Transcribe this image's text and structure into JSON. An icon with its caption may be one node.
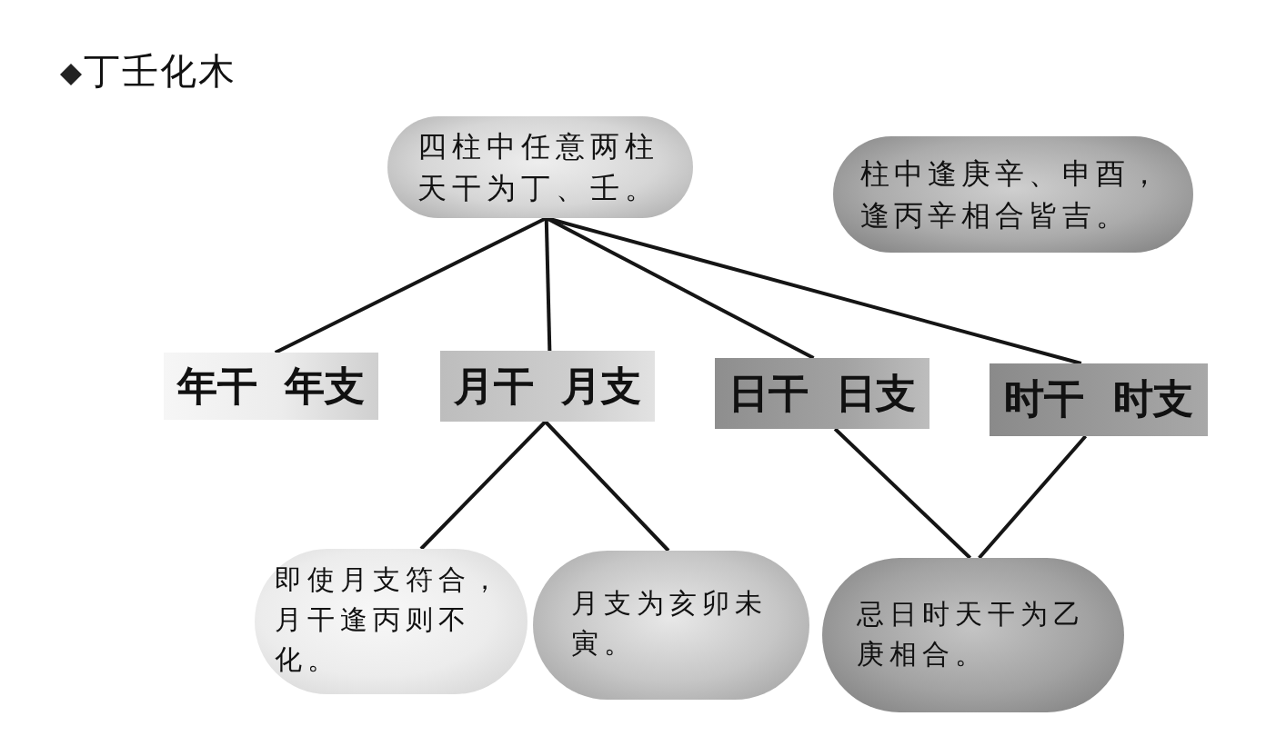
{
  "diagram": {
    "title": "丁壬化木",
    "nodes": [
      {
        "text": [
          "四柱中任意两柱天干为丁、壬。"
        ]
      },
      {
        "text": [
          "柱中逢庚辛、申酉，逢丙辛相合皆吉。"
        ]
      },
      {
        "text": [
          "年干",
          "年支"
        ]
      },
      {
        "text": [
          "月干",
          "月支"
        ]
      },
      {
        "text": [
          "日干",
          "日支"
        ]
      },
      {
        "text": [
          "时干",
          "时支"
        ]
      },
      {
        "text": [
          "即使月支符合，月干逢丙则不化。"
        ]
      },
      {
        "text": [
          "月支为亥卯未寅。"
        ]
      },
      {
        "text": [
          "忌日时天干为乙庚相合。"
        ]
      }
    ],
    "edges": [
      {
        "from": 0,
        "to": 2,
        "arrow": "none"
      },
      {
        "from": 0,
        "to": 3,
        "arrow": "none"
      },
      {
        "from": 0,
        "to": 4,
        "arrow": "none"
      },
      {
        "from": 0,
        "to": 5,
        "arrow": "none"
      },
      {
        "from": 3,
        "to": 6,
        "arrow": "none"
      },
      {
        "from": 3,
        "to": 7,
        "arrow": "none"
      },
      {
        "from": 4,
        "to": 8,
        "arrow": "none"
      },
      {
        "from": 5,
        "to": 8,
        "arrow": "none"
      }
    ]
  }
}
